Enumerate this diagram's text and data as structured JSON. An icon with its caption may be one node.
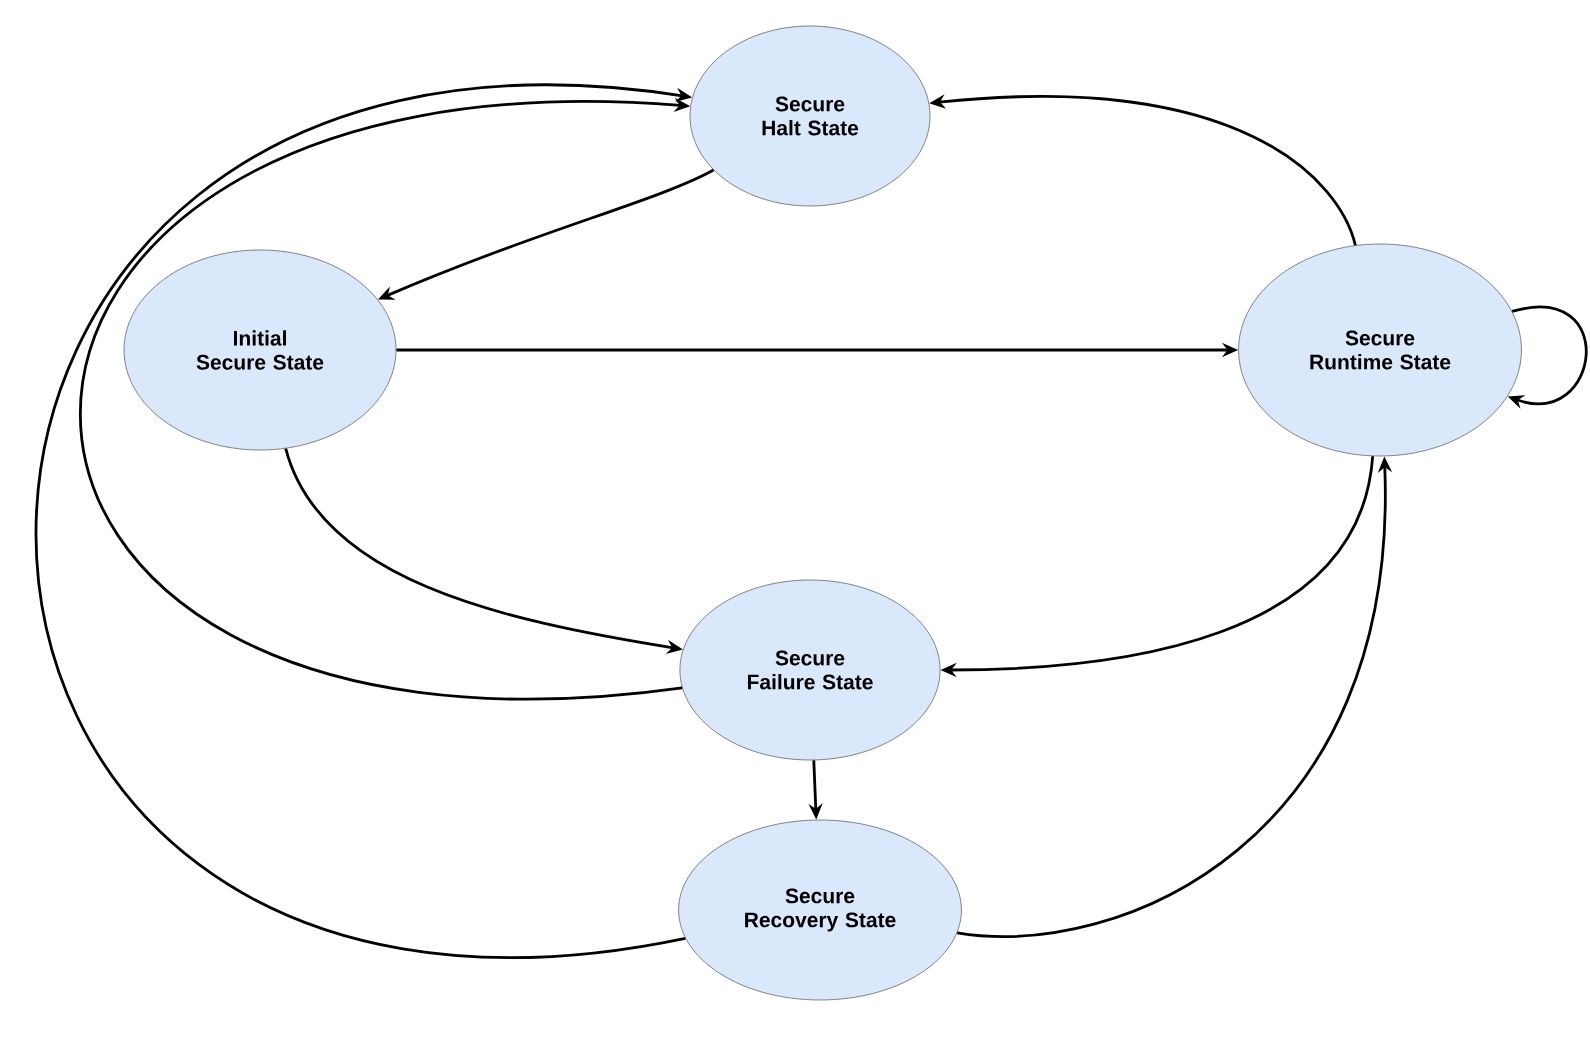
{
  "diagram": {
    "nodes": [
      {
        "text": [
          "Secure Halt State"
        ]
      },
      {
        "text": [
          "Initial Secure State"
        ]
      },
      {
        "text": [
          "Secure Runtime State"
        ]
      },
      {
        "text": [
          "Secure Failure State"
        ]
      },
      {
        "text": [
          "Secure Recovery State"
        ]
      }
    ],
    "edges": [
      {
        "from": 0,
        "to": 1,
        "arrow": "to"
      },
      {
        "from": 1,
        "to": 2,
        "arrow": "to"
      },
      {
        "from": 2,
        "to": 0,
        "arrow": "to"
      },
      {
        "from": 2,
        "to": 2,
        "arrow": "to"
      },
      {
        "from": 1,
        "to": 3,
        "arrow": "to"
      },
      {
        "from": 2,
        "to": 3,
        "arrow": "to"
      },
      {
        "from": 3,
        "to": 0,
        "arrow": "to"
      },
      {
        "from": 4,
        "to": 0,
        "arrow": "to"
      },
      {
        "from": 3,
        "to": 4,
        "arrow": "to"
      },
      {
        "from": 4,
        "to": 2,
        "arrow": "to"
      }
    ]
  }
}
